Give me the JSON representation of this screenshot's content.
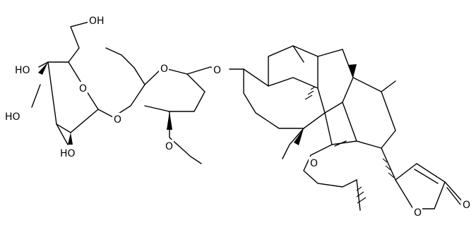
{
  "molecule": {
    "atom_labels": {
      "ho_6prime": "OH",
      "ho_4": "HO",
      "ho_3": "HO",
      "ho_2": "HO",
      "ring_o_sugar1": "O",
      "glyco_o_1": "O",
      "ring_o_sugar2": "O",
      "glyco_o_2": "O",
      "methoxy_o": "O",
      "lactone_ring_o": "O",
      "lactone_carbonyl_o": "O",
      "epoxide_o": "O"
    }
  }
}
